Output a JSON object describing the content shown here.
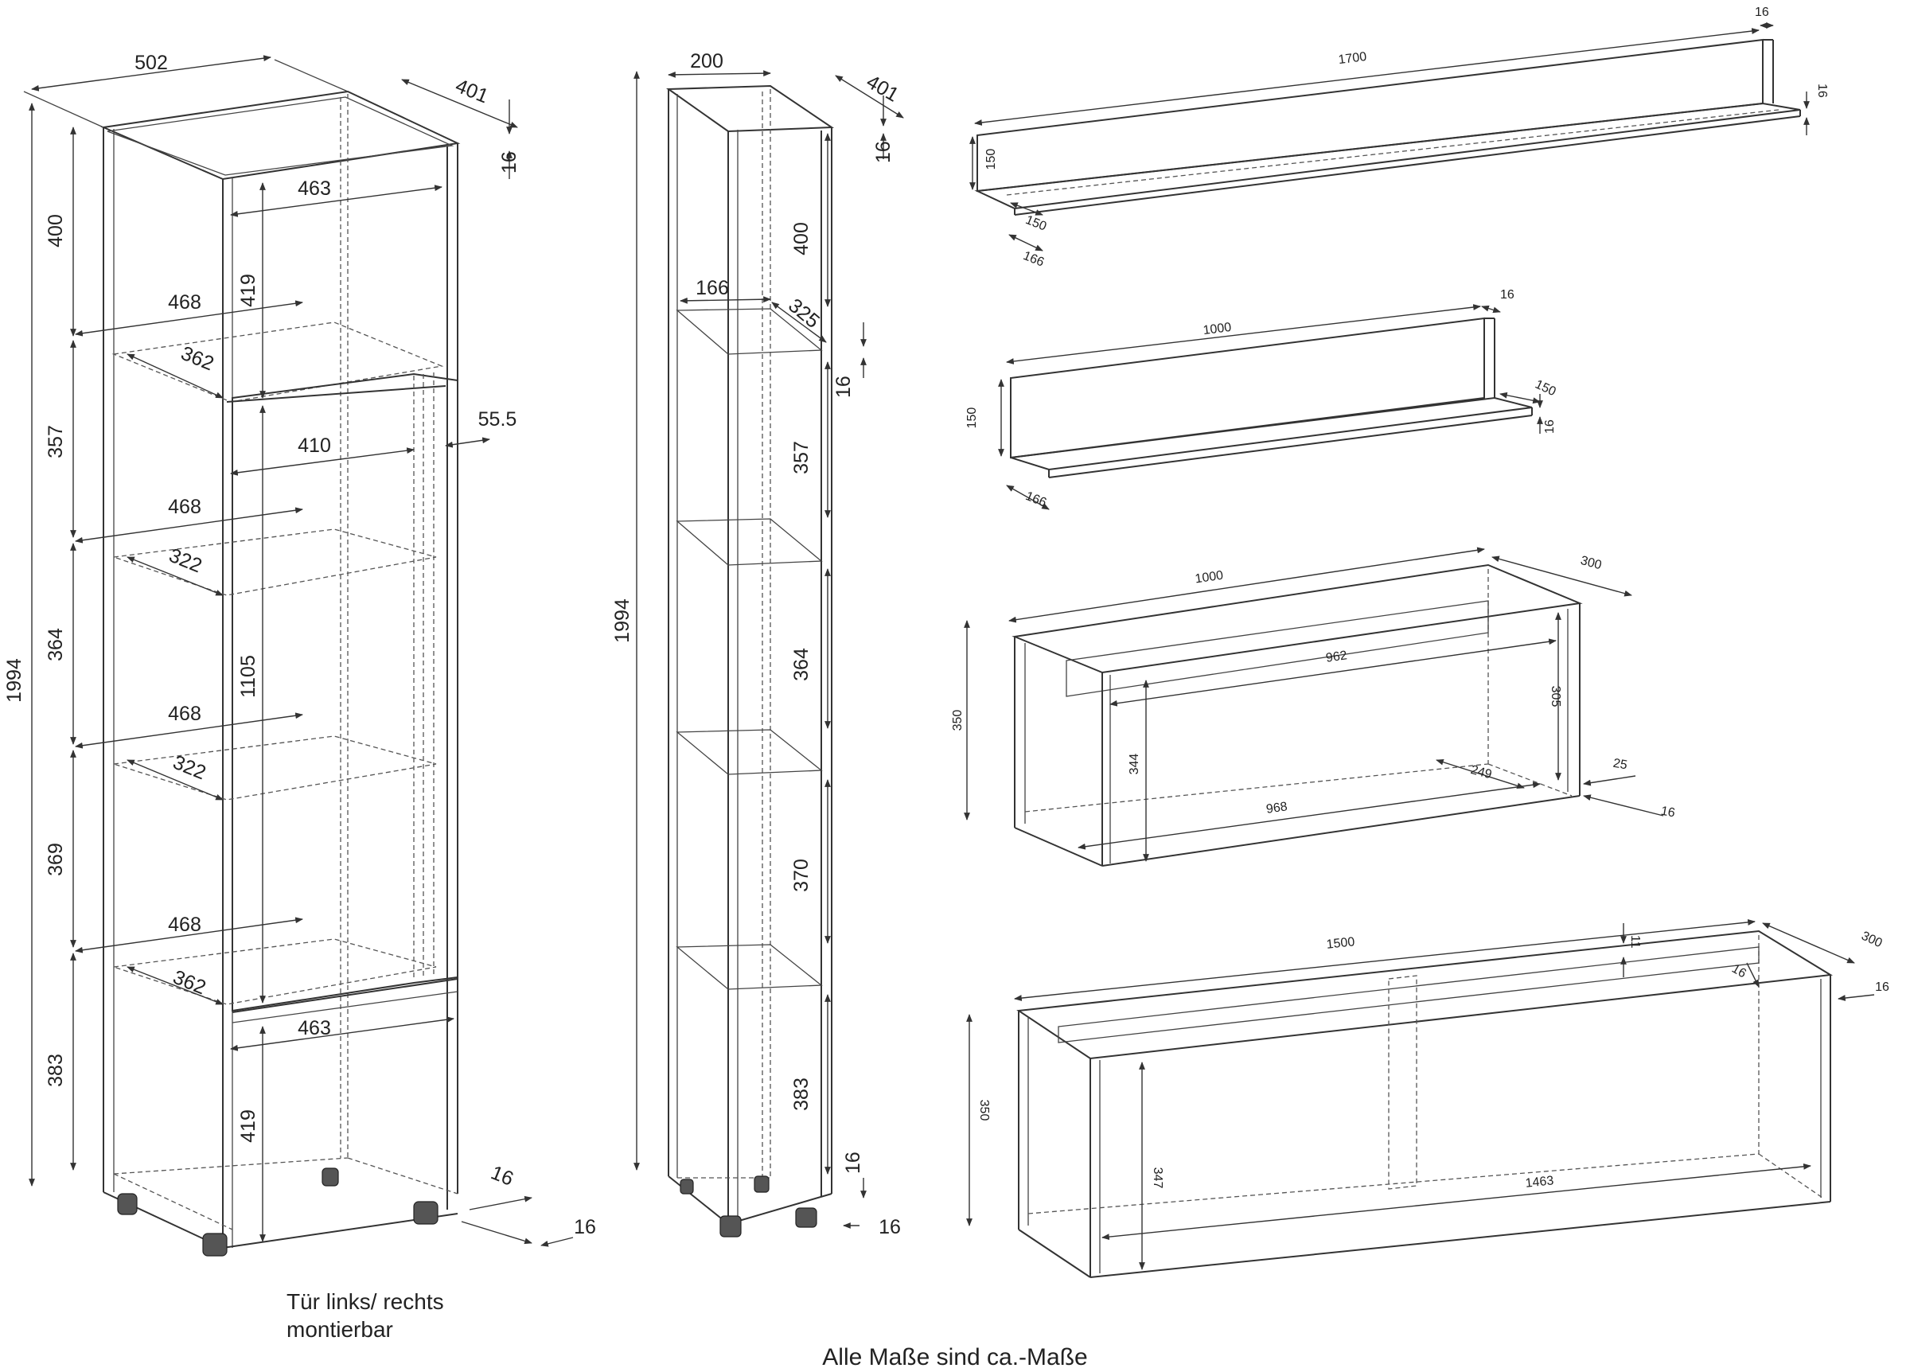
{
  "cabinet_tall": {
    "dims": [
      "502",
      "401",
      "16",
      "1994",
      "400",
      "463",
      "419",
      "468",
      "362",
      "357",
      "410",
      "55.5",
      "468",
      "322",
      "364",
      "1105",
      "468",
      "322",
      "369",
      "468",
      "362",
      "383",
      "463",
      "419",
      "16",
      "16"
    ],
    "note_line1": "Tür links/ rechts",
    "note_line2": "montierbar"
  },
  "shelf_tall": {
    "dims": [
      "200",
      "401",
      "16",
      "1994",
      "400",
      "166",
      "325",
      "16",
      "357",
      "364",
      "370",
      "383",
      "16",
      "16"
    ]
  },
  "wall_shelf_large": {
    "dims": [
      "1700",
      "16",
      "16",
      "150",
      "150",
      "166"
    ]
  },
  "wall_shelf_small": {
    "dims": [
      "1000",
      "16",
      "150",
      "150",
      "16",
      "166"
    ]
  },
  "hanging_cabinet_small": {
    "dims": [
      "1000",
      "300",
      "962",
      "350",
      "305",
      "344",
      "249",
      "25",
      "968",
      "16"
    ]
  },
  "hanging_cabinet_large": {
    "dims": [
      "1500",
      "300",
      "11",
      "16",
      "16",
      "350",
      "347",
      "1463"
    ]
  },
  "footer": {
    "note": "Alle Maße sind ca.-Maße"
  }
}
